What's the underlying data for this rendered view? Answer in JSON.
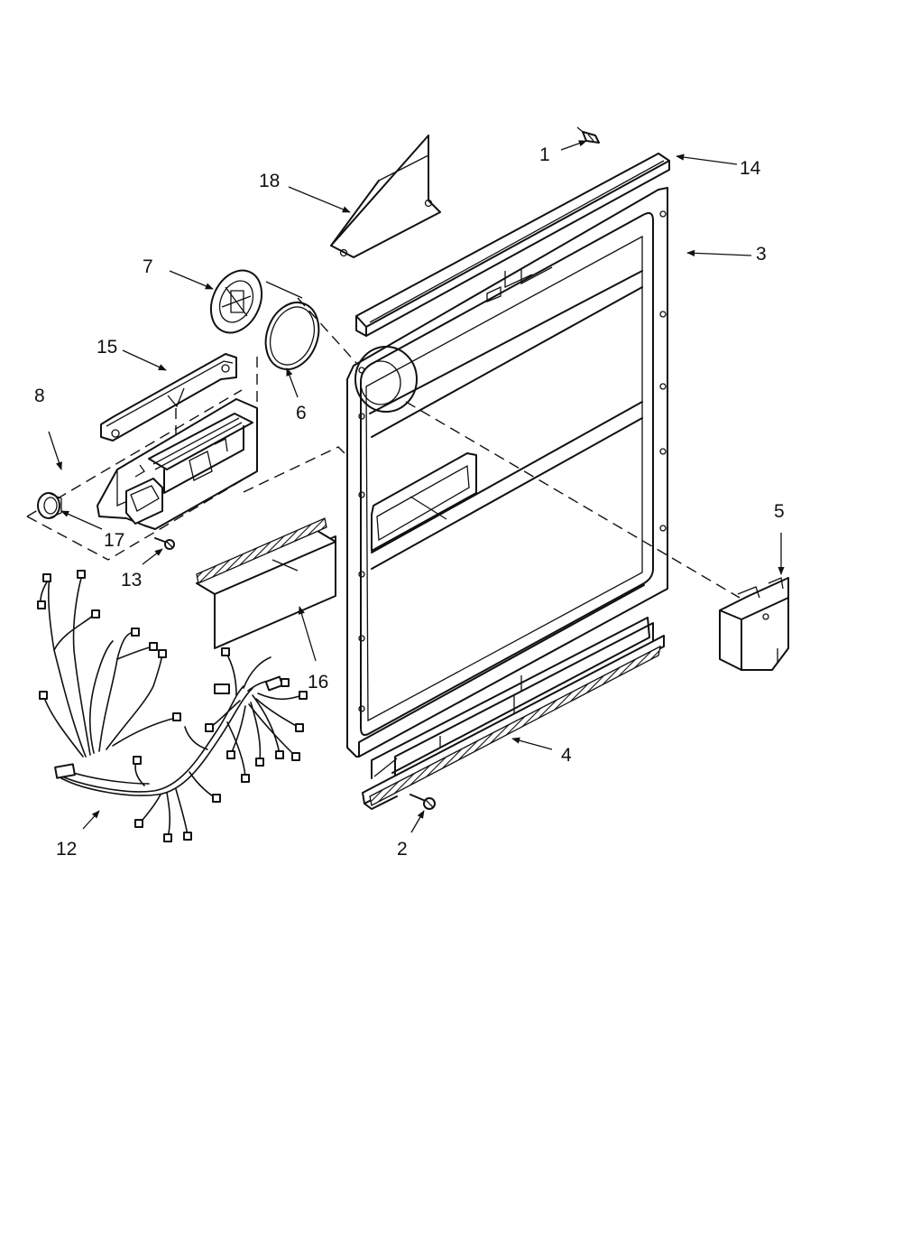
{
  "callouts": {
    "c1": "1",
    "c2": "2",
    "c3": "3",
    "c4": "4",
    "c5": "5",
    "c6": "6",
    "c7": "7",
    "c8": "8",
    "c12": "12",
    "c13": "13",
    "c14": "14",
    "c15": "15",
    "c16": "16",
    "c17": "17",
    "c18": "18"
  }
}
